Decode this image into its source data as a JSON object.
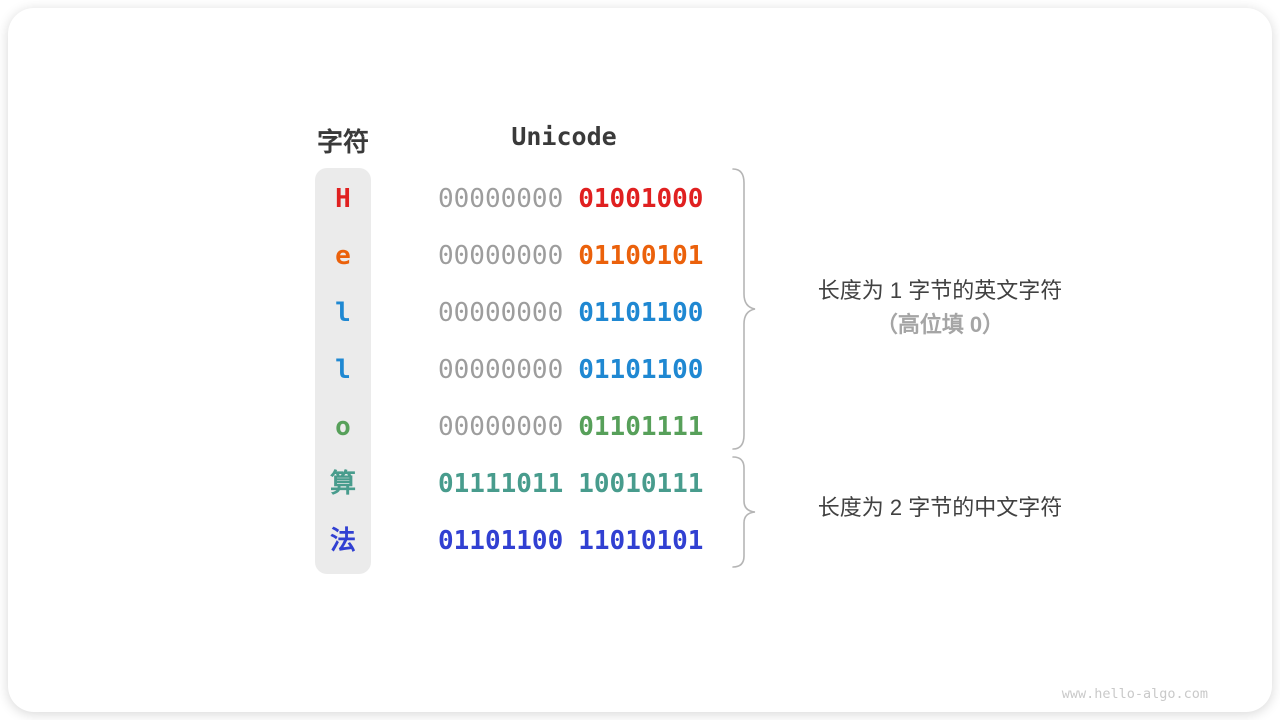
{
  "page": {
    "watermark": "www.hello-algo.com"
  },
  "table": {
    "headers": {
      "character": "字符",
      "unicode": "Unicode"
    },
    "rows": [
      {
        "char": "H",
        "color": "#e02020",
        "bytes": [
          {
            "bits": "00000000",
            "muted": true
          },
          {
            "bits": "01001000",
            "muted": false
          }
        ]
      },
      {
        "char": "e",
        "color": "#eb610b",
        "bytes": [
          {
            "bits": "00000000",
            "muted": true
          },
          {
            "bits": "01100101",
            "muted": false
          }
        ]
      },
      {
        "char": "l",
        "color": "#1f88d2",
        "bytes": [
          {
            "bits": "00000000",
            "muted": true
          },
          {
            "bits": "01101100",
            "muted": false
          }
        ]
      },
      {
        "char": "l",
        "color": "#1f88d2",
        "bytes": [
          {
            "bits": "00000000",
            "muted": true
          },
          {
            "bits": "01101100",
            "muted": false
          }
        ]
      },
      {
        "char": "o",
        "color": "#57a05a",
        "bytes": [
          {
            "bits": "00000000",
            "muted": true
          },
          {
            "bits": "01101111",
            "muted": false
          }
        ]
      },
      {
        "char": "算",
        "color": "#489c8d",
        "bytes": [
          {
            "bits": "01111011",
            "muted": false
          },
          {
            "bits": "10010111",
            "muted": false
          }
        ]
      },
      {
        "char": "法",
        "color": "#3140d2",
        "bytes": [
          {
            "bits": "01101100",
            "muted": false
          },
          {
            "bits": "11010101",
            "muted": false
          }
        ]
      }
    ]
  },
  "annotations": [
    {
      "line1": "长度为 1 字节的英文字符",
      "line2": "（高位填 0）"
    },
    {
      "line1": "长度为 2 字节的中文字符"
    }
  ],
  "colors": {
    "strip_bg": "#ebebeb",
    "heading": "#3a3a3a",
    "muted_binary": "#9d9d9d",
    "note_text": "#414141",
    "note_muted": "#a5a5a5",
    "brace": "#b5b5b5",
    "watermark": "#c9c9c9"
  }
}
